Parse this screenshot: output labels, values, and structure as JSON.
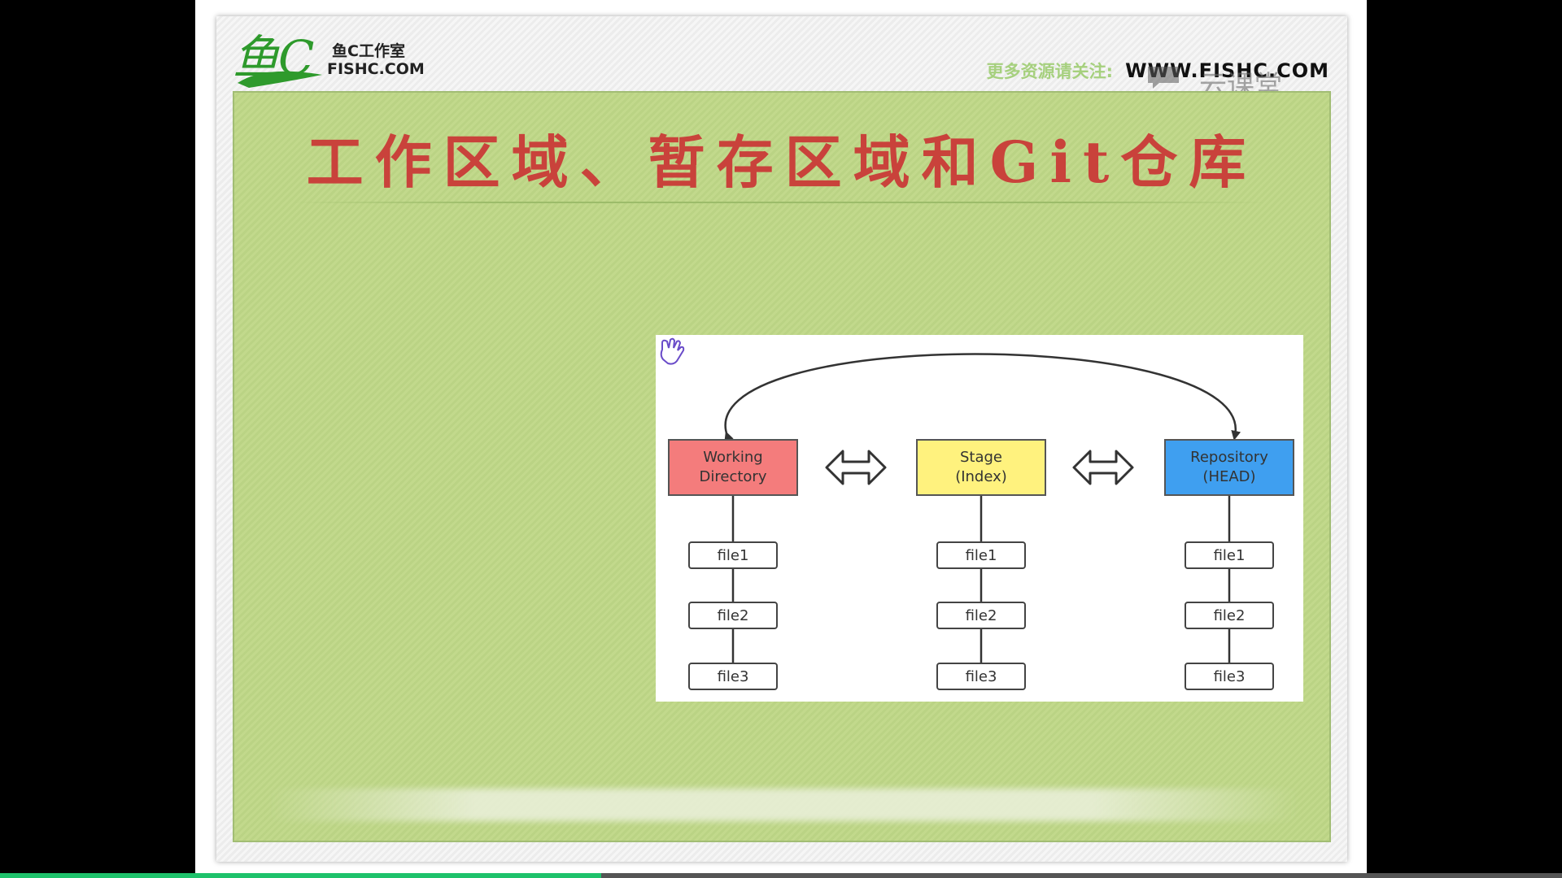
{
  "header": {
    "logo_script": "鱼C",
    "logo_cn": "鱼C工作室",
    "logo_en": "FISHC.COM",
    "promo_text": "更多资源请关注:",
    "site_url": "WWW.FISHC.COM",
    "watermark": "云课堂",
    "watermark_icon": "chat-bubble-icon"
  },
  "slide": {
    "title": "工作区域、暂存区域和Git仓库"
  },
  "diagram": {
    "columns": [
      {
        "label_line1": "Working",
        "label_line2": "Directory",
        "color": "#f47c7c",
        "files": [
          "file1",
          "file2",
          "file3"
        ]
      },
      {
        "label_line1": "Stage",
        "label_line2": "(Index)",
        "color": "#fff27e",
        "files": [
          "file1",
          "file2",
          "file3"
        ]
      },
      {
        "label_line1": "Repository",
        "label_line2": "(HEAD)",
        "color": "#3f9ff0",
        "files": [
          "file1",
          "file2",
          "file3"
        ]
      }
    ],
    "arrows": [
      "double-arrow-icon",
      "double-arrow-icon"
    ],
    "curve": "curved-double-arrow"
  },
  "player": {
    "progress": 0.385,
    "progress_color": "#1ec26b"
  }
}
